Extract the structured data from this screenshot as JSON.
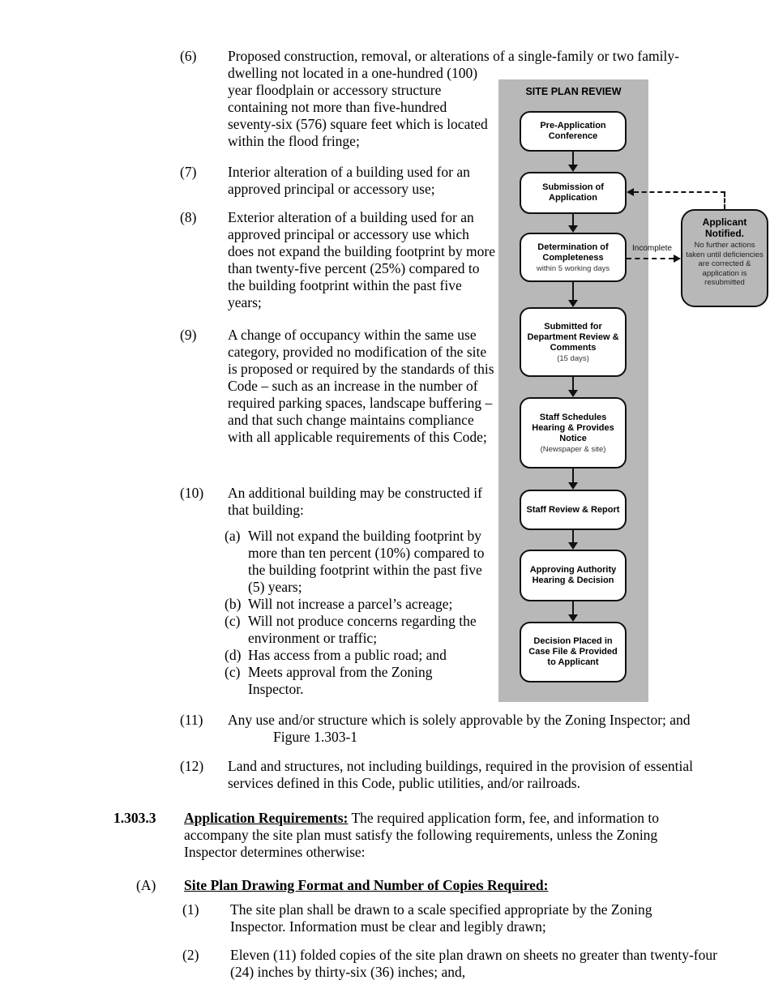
{
  "doc": {
    "item6": {
      "num": "(6)",
      "line1": "Proposed construction, removal, or alterations of a single-family or two family-",
      "rest": "dwelling not located in a one-hundred (100) year floodplain or accessory structure containing not more than five-hundred seventy-six (576) square feet which is located within the flood fringe;"
    },
    "item7": {
      "num": "(7)",
      "text": "Interior alteration of a building used for an approved principal or accessory use;"
    },
    "item8": {
      "num": "(8)",
      "text": "Exterior alteration of a building used for an approved principal or accessory use which does not expand the building footprint by more than twenty-five percent (25%) compared to the building footprint within the past five years;"
    },
    "item9": {
      "num": "(9)",
      "text": "A change of occupancy within the same use category, provided no modification of the site is proposed or required by the standards of this Code – such as an increase in the number of required parking spaces, landscape buffering – and that such change maintains compliance with all applicable requirements of this Code;"
    },
    "item10": {
      "num": "(10)",
      "text": "An additional building may be constructed if that building:"
    },
    "item10_sub": [
      {
        "num": "(a)",
        "text": "Will not expand the building footprint by more than ten percent (10%) compared to the building footprint within the past five (5) years;"
      },
      {
        "num": "(b)",
        "text": "Will not increase a parcel’s acreage;"
      },
      {
        "num": "(c)",
        "text": "Will not produce concerns regarding the environment or traffic;"
      },
      {
        "num": "(d)",
        "text": "Has access from a public road; and"
      },
      {
        "num": "(c)",
        "text": "Meets approval from the Zoning Inspector."
      }
    ],
    "item11": {
      "num": "(11)",
      "text": "Any use and/or structure which is solely approvable by the Zoning Inspector; and"
    },
    "figure_caption": "Figure 1.303-1",
    "item12": {
      "num": "(12)",
      "text": "Land and structures, not including buildings, required in the provision of essential services defined in this Code, public utilities, and/or railroads."
    },
    "section": {
      "num": "1.303.3",
      "heading": "Application Requirements:",
      "body": " The required application form, fee, and information to accompany the site plan must satisfy the following requirements, unless the Zoning Inspector determines otherwise:"
    },
    "sub_a": {
      "num": "(A)",
      "heading": "Site Plan Drawing Format and Number of Copies Required:"
    },
    "sub_a_items": [
      {
        "num": "(1)",
        "text": "The site plan shall be drawn to a scale specified appropriate by the Zoning Inspector. Information must be clear and legibly drawn;"
      },
      {
        "num": "(2)",
        "text": "Eleven (11) folded copies of the site plan drawn on sheets no greater than twenty-four (24) inches by thirty-six (36) inches; and,"
      }
    ]
  },
  "flowchart": {
    "title": "SITE PLAN REVIEW",
    "colors": {
      "panel": "#b8b8b8",
      "box_fill": "#ffffff",
      "box_border": "#111111",
      "side_box_fill": "#b8b8b8"
    },
    "steps": [
      {
        "label": "Pre-Application Conference",
        "note": ""
      },
      {
        "label": "Submission of Application",
        "note": ""
      },
      {
        "label": "Determination of Completeness",
        "note": "within 5 working days"
      },
      {
        "label": "Submitted for Department Review & Comments",
        "note": "(15 days)"
      },
      {
        "label": "Staff Schedules Hearing & Provides Notice",
        "note": "(Newspaper & site)"
      },
      {
        "label": "Staff Review & Report",
        "note": ""
      },
      {
        "label": "Approving Authority Hearing & Decision",
        "note": ""
      },
      {
        "label": "Decision Placed in Case File & Provided to Applicant",
        "note": ""
      }
    ],
    "branch_label": "Incomplete",
    "side_box": {
      "title": "Applicant Notified.",
      "body": "No further actions taken until deficiencies are corrected & application is resubmitted"
    }
  }
}
